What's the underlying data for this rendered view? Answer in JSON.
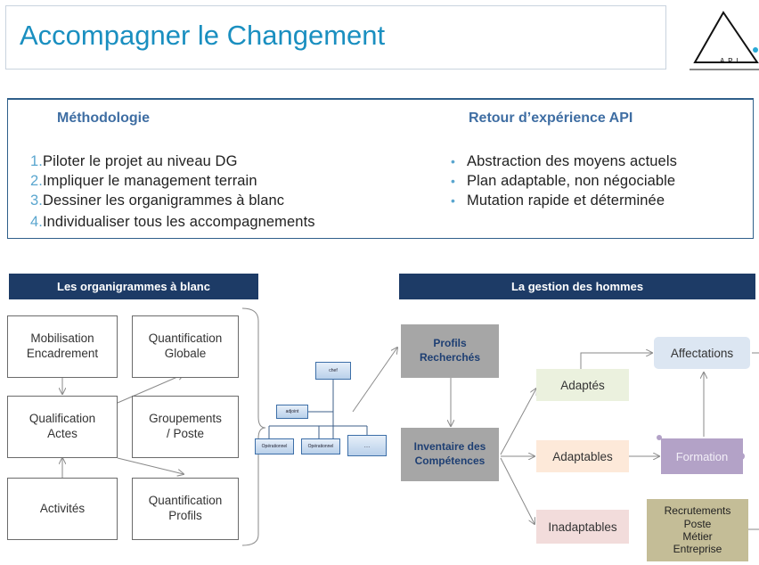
{
  "title": "Accompagner le Changement",
  "logo": {
    "text": "A P I",
    "name": "api-logo"
  },
  "methodology": {
    "heading": "Méthodologie",
    "items": [
      {
        "num": "1.",
        "text": "Piloter le projet au niveau DG"
      },
      {
        "num": "2.",
        "text": "Impliquer le management terrain"
      },
      {
        "num": "3.",
        "text": "Dessiner les organigrammes à blanc"
      },
      {
        "num": "4.",
        "text": "Individualiser tous les accompagnements"
      }
    ]
  },
  "retour": {
    "heading": "Retour d’expérience API",
    "items": [
      {
        "bullet": "•",
        "text": "Abstraction des moyens actuels"
      },
      {
        "bullet": "•",
        "text": "Plan adaptable, non négociable"
      },
      {
        "bullet": "•",
        "text": "Mutation rapide et déterminée"
      }
    ]
  },
  "left_diagram": {
    "banner": "Les organigrammes à blanc",
    "boxes": {
      "mobilisation": [
        "Mobilisation",
        "Encadrement"
      ],
      "quantif_globale": [
        "Quantification",
        "Globale"
      ],
      "qualification": [
        "Qualification",
        "Actes"
      ],
      "groupements": [
        "Groupements",
        "/ Poste"
      ],
      "activites": [
        "Activités"
      ],
      "quantif_profils": [
        "Quantification",
        "Profils"
      ]
    }
  },
  "org_chart": {
    "chef": "chef",
    "adjoint": "adjoint",
    "op1": "Opérationnel",
    "op2": "Opérationnel",
    "more": "…"
  },
  "right_diagram": {
    "banner": "La gestion des hommes",
    "profils": [
      "Profils",
      "Recherchés"
    ],
    "inventaire": [
      "Inventaire des",
      "Compétences"
    ],
    "adaptes": "Adaptés",
    "adaptables": "Adaptables",
    "inadaptables": "Inadaptables",
    "affectations": "Affectations",
    "formation": "Formation",
    "recrutements": [
      "Recrutements",
      "Poste",
      "Métier",
      "Entreprise"
    ]
  }
}
